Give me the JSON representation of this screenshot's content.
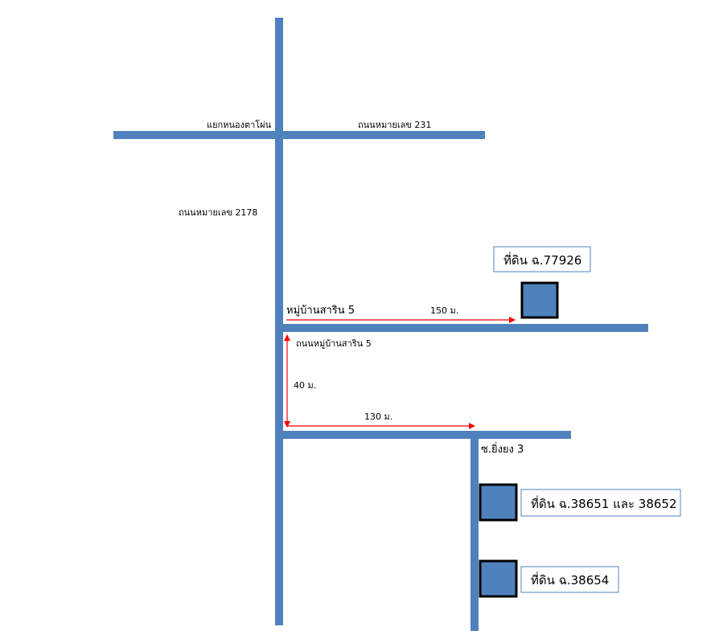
{
  "colors": {
    "road": "#4f81bd",
    "plot": "#4f81bd",
    "plot_border": "#000000",
    "measure": "#ff0000"
  },
  "roads": {
    "junction": "แยกหนองตาโผ่น",
    "highway_231": "ถนนหมายเลข 231",
    "highway_2178": "ถนนหมายเลข 2178",
    "village": "หมู่บ้านสาริน 5",
    "village_road": "ถนนหมู่บ้านสาริน 5",
    "soi": "ซ.ยิ่งยง 3"
  },
  "distances": {
    "to_plot_77926": "150 ม.",
    "between_roads": "40 ม.",
    "to_soi": "130 ม."
  },
  "plots": [
    {
      "id": "plot-77926",
      "label": "ที่ดิน ฉ.77926"
    },
    {
      "id": "plot-38651-38652",
      "label": "ที่ดิน ฉ.38651 และ 38652"
    },
    {
      "id": "plot-38654",
      "label": "ที่ดิน ฉ.38654"
    }
  ]
}
